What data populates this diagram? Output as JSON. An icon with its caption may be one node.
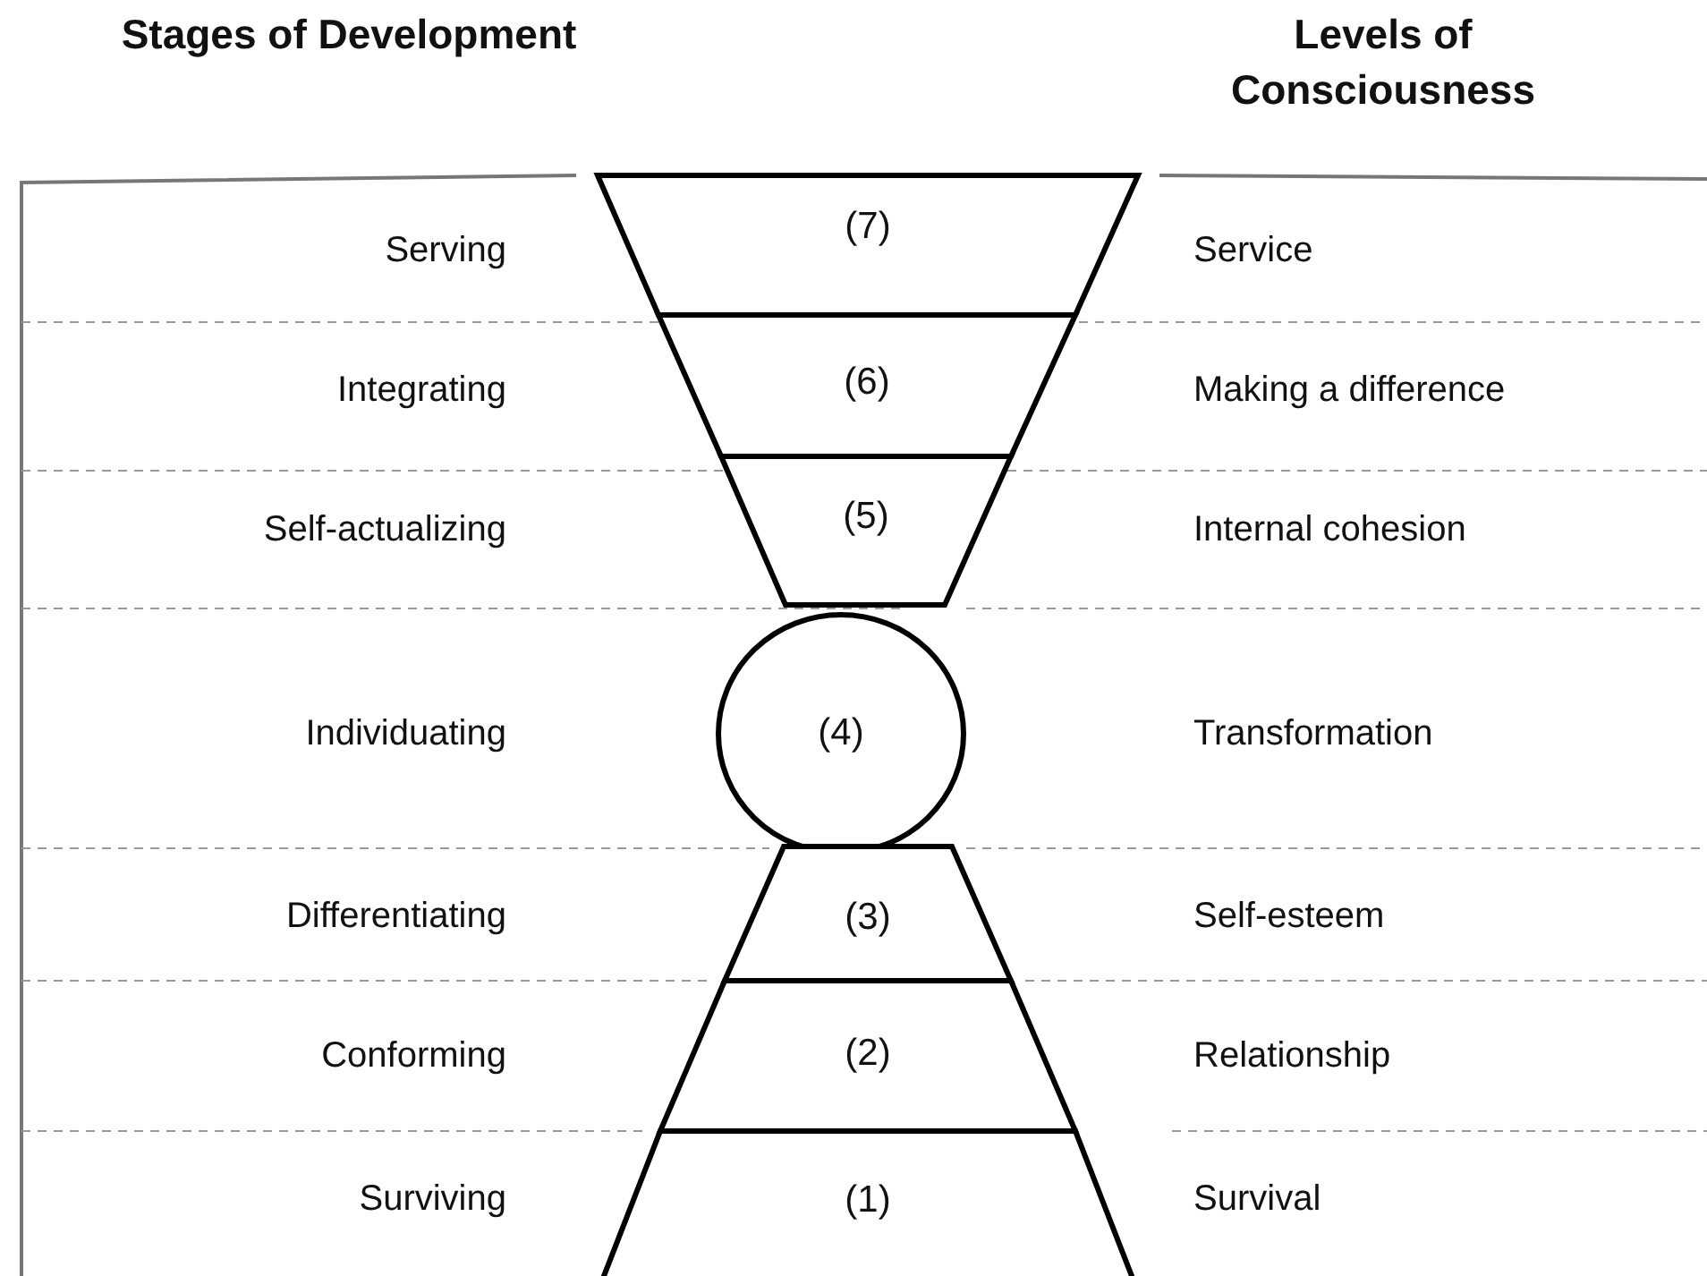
{
  "diagram": {
    "nodes": [
      {
        "text": [
          "(7)"
        ]
      },
      {
        "text": [
          "(6)"
        ]
      },
      {
        "text": [
          "(5)"
        ]
      },
      {
        "text": [
          "(4)"
        ]
      },
      {
        "text": [
          "(3)"
        ]
      },
      {
        "text": [
          "(2)"
        ]
      },
      {
        "text": [
          "(1)"
        ]
      }
    ],
    "labels": [
      "Stages of Development",
      "Levels of Consciousness",
      "Serving",
      "Service",
      "Integrating",
      "Making a difference",
      "Self-actualizing",
      "Internal cohesion",
      "Individuating",
      "Transformation",
      "Differentiating",
      "Self-esteem",
      "Conforming",
      "Relationship",
      "Surviving",
      "Survival"
    ]
  }
}
